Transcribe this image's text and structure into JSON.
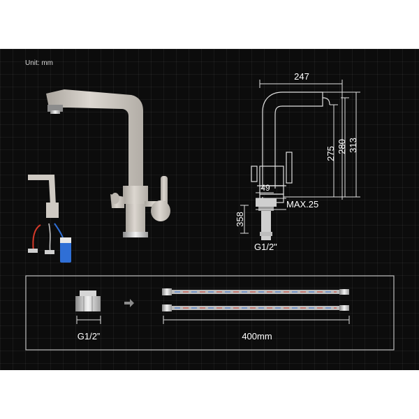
{
  "unit_label": "Unit: mm",
  "dimensions": {
    "width_top": "247",
    "height_275": "275",
    "height_280": "280",
    "height_313": "313",
    "base_width": "49",
    "max_thickness": "MAX.25",
    "shank_length": "358",
    "thread": "G1/2\""
  },
  "accessories": {
    "adapter_thread": "G1/2”",
    "hose_length": "400mm"
  },
  "colors": {
    "background": "#0c0c0c",
    "faucet_body": "#d4cfc8",
    "line": "#e0e0e0",
    "hose_red": "#d63a2a",
    "hose_blue": "#2f6fd6"
  }
}
